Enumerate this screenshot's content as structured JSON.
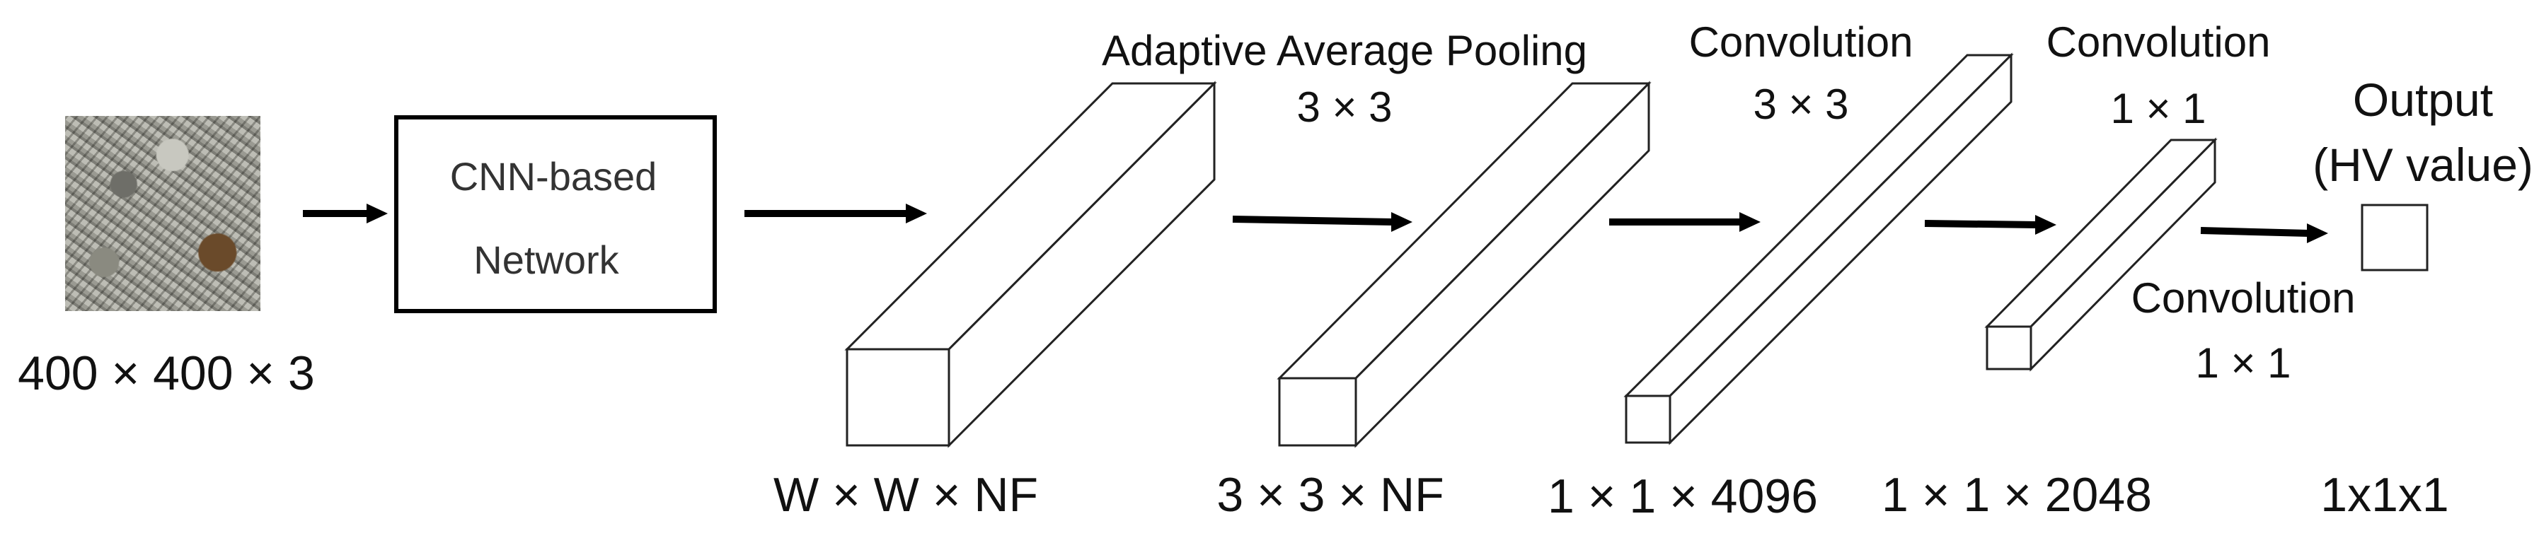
{
  "input": {
    "dims": "400 × 400 × 3"
  },
  "network": {
    "line1": "CNN-based",
    "line2": "Network"
  },
  "stage1": {
    "dims": "W × W × NF",
    "op_line1": "Adaptive Average Pooling",
    "op_line2": "3 × 3"
  },
  "stage2": {
    "dims": "3 × 3 × NF",
    "op_line1": "Convolution",
    "op_line2": "3 × 3"
  },
  "stage3": {
    "dims": "1 × 1 × 4096",
    "op_line1": "Convolution",
    "op_line2": "1 × 1"
  },
  "stage4": {
    "dims": "1 × 1 × 2048",
    "op_line1": "Convolution",
    "op_line2": "1 × 1"
  },
  "output": {
    "line1": "Output",
    "line2": "(HV value)",
    "dims": "1x1x1"
  }
}
